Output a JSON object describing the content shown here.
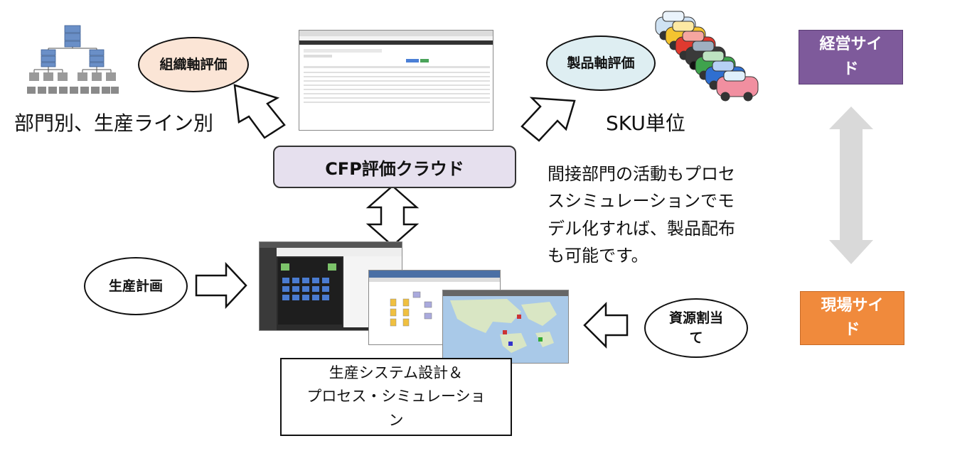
{
  "nodes": {
    "org_eval": "組織軸評価",
    "product_eval": "製品軸評価",
    "cloud": "CFP評価クラウド",
    "production_plan": "生産計画",
    "resource_alloc_line1": "資源割当",
    "resource_alloc_line2": "て",
    "production_system": "生産システム設計＆\nプロセス・シミュレーショ\nン"
  },
  "captions": {
    "org_caption": "部門別、生産ライン別",
    "sku_caption": "SKU単位",
    "note": "間接部門の活動もプロセ\nスシミュレーションでモ\nデル化すれば、製品配布\nも可能です。"
  },
  "side_labels": {
    "management": "経営サイ\nド",
    "field": "現場サイ\nド"
  },
  "colors": {
    "management_box": "#7e5a9b",
    "field_box": "#f08a3c",
    "org_oval_fill": "#fbe5d6",
    "product_oval_fill": "#deeef2",
    "cloud_box_fill": "#e6e0ee",
    "double_arrow": "#d9d9d9"
  },
  "icons": {
    "org_chart": "org-hierarchy-icon",
    "cars": "stacked-cars-icon"
  }
}
